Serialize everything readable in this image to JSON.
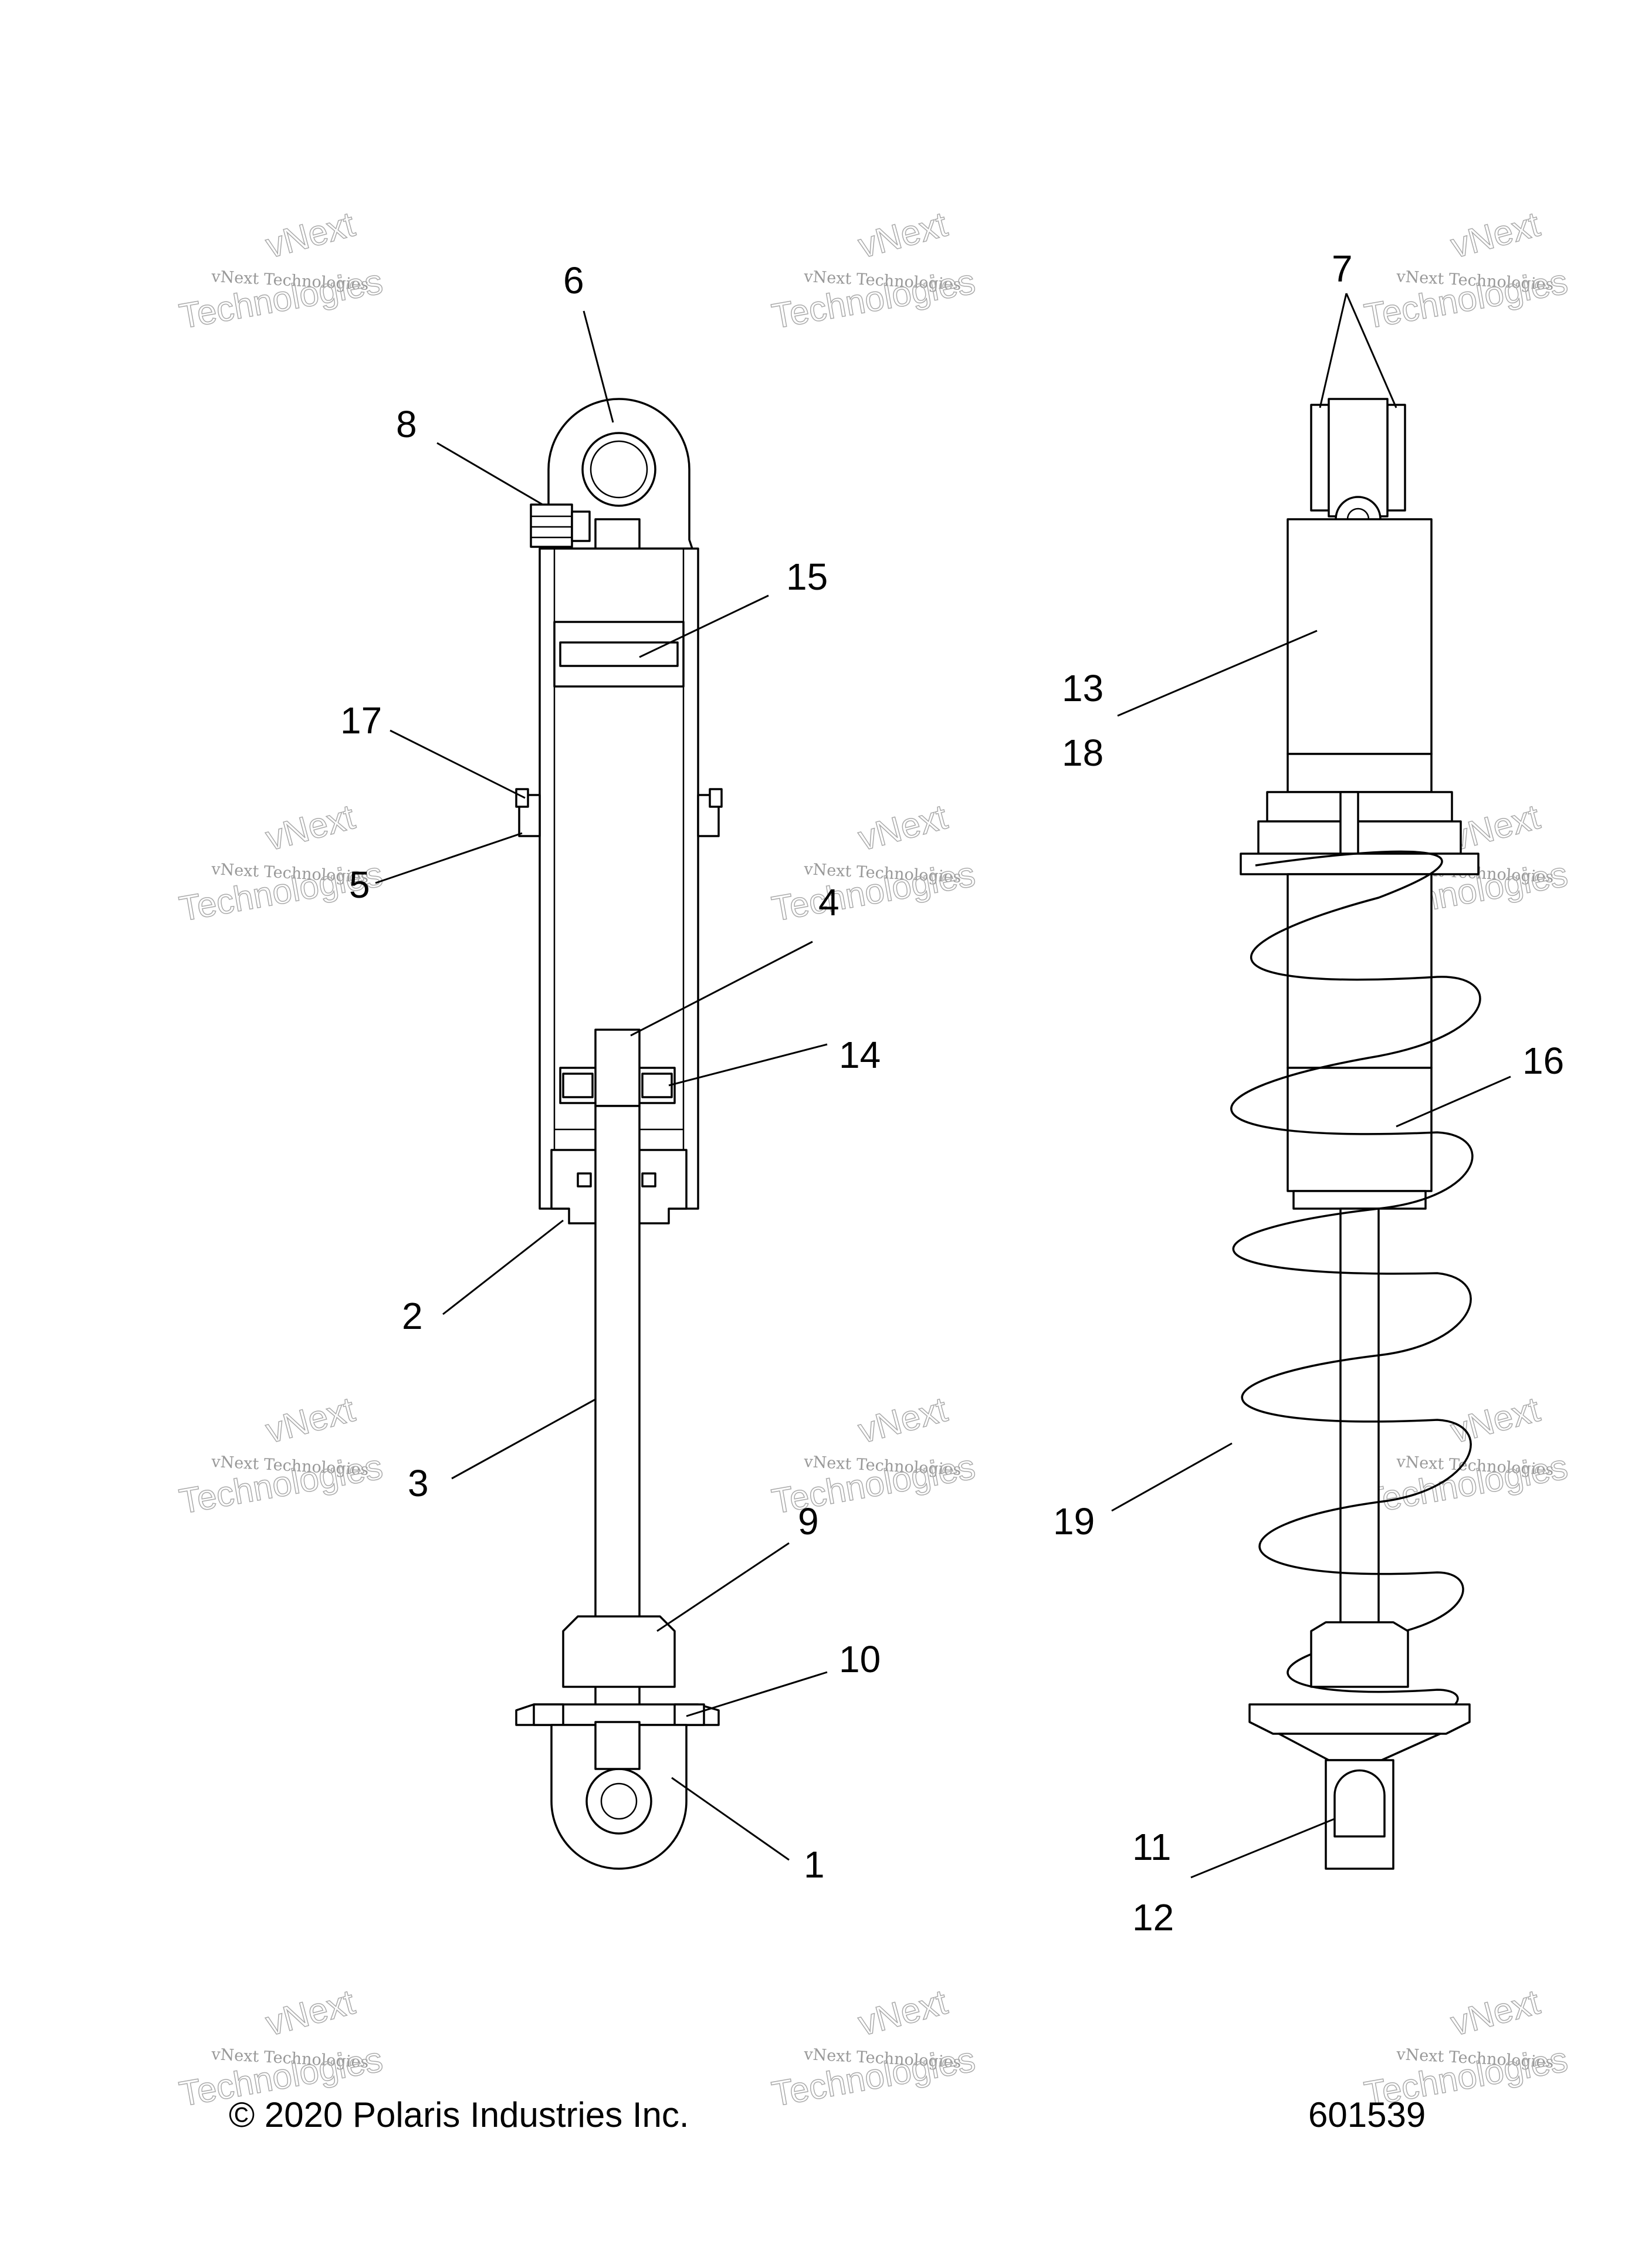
{
  "diagram": {
    "callouts": {
      "c1": "1",
      "c2": "2",
      "c3": "3",
      "c4": "4",
      "c5": "5",
      "c6": "6",
      "c7": "7",
      "c8": "8",
      "c9": "9",
      "c10": "10",
      "c11": "11",
      "c12": "12",
      "c13": "13",
      "c14": "14",
      "c15": "15",
      "c16": "16",
      "c17": "17",
      "c18": "18",
      "c19": "19"
    },
    "watermark": {
      "line1": "vNext",
      "line2": "vNext Technologies",
      "line3": "Technologies"
    },
    "footer": {
      "copyright": "© 2020 Polaris Industries Inc.",
      "figure_number": "601539"
    }
  }
}
